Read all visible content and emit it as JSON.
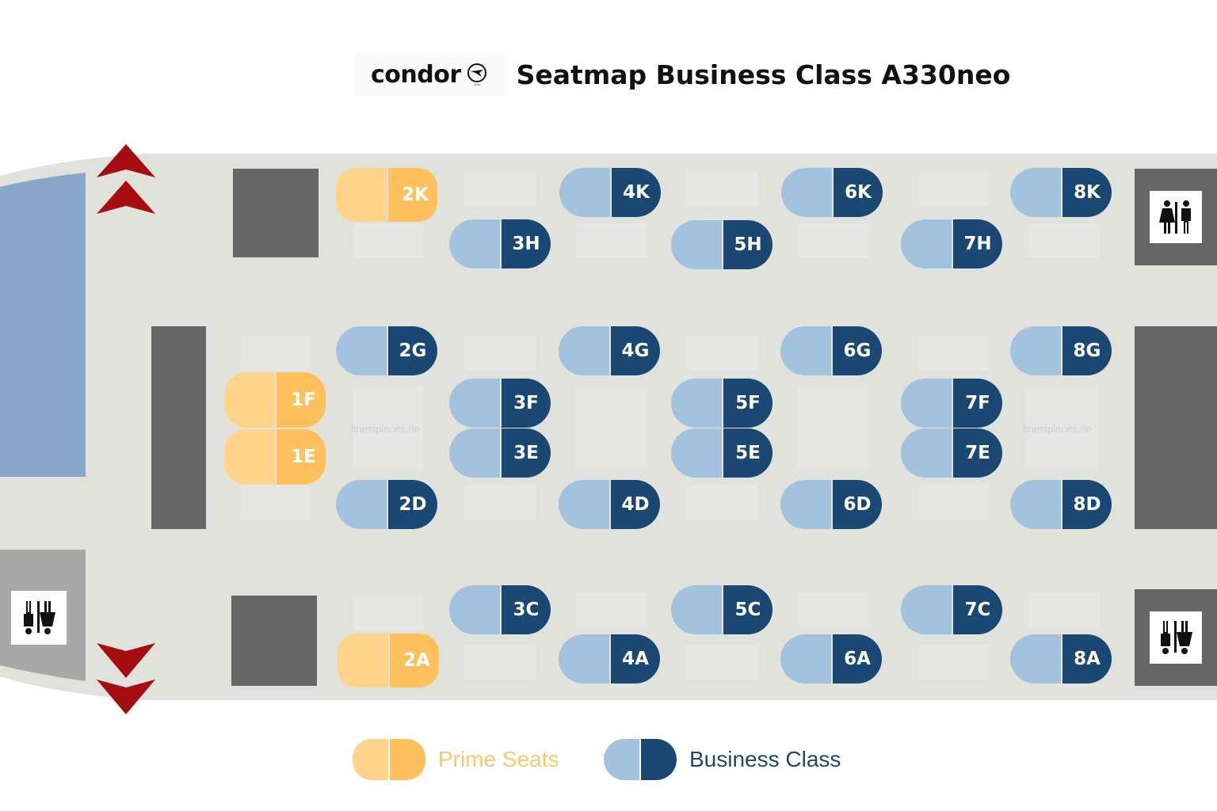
{
  "header": {
    "logo_text": "condor",
    "logo_icon": "condor-bird-icon",
    "title": "Seatmap Business Class A330neo"
  },
  "colors": {
    "prime_back": "#fed48c",
    "prime_front": "#ffc15e",
    "business_back": "#a3c2dd",
    "business_front": "#1a4872",
    "cabin_floor": "#e2e2dc",
    "monument": "#666666",
    "exit_arrow": "#a50d12",
    "door_blue": "#88a7c8"
  },
  "seats": {
    "1F": "1F",
    "1E": "1E",
    "2K": "2K",
    "2G": "2G",
    "2D": "2D",
    "2A": "2A",
    "3H": "3H",
    "3F": "3F",
    "3E": "3E",
    "3C": "3C",
    "4K": "4K",
    "4G": "4G",
    "4D": "4D",
    "4A": "4A",
    "5H": "5H",
    "5F": "5F",
    "5E": "5E",
    "5C": "5C",
    "6K": "6K",
    "6G": "6G",
    "6D": "6D",
    "6A": "6A",
    "7H": "7H",
    "7F": "7F",
    "7E": "7E",
    "7C": "7C",
    "8K": "8K",
    "8G": "8G",
    "8D": "8D",
    "8A": "8A"
  },
  "watermarks": [
    "finestplaces.de",
    "finestplaces.de"
  ],
  "legend": [
    {
      "label": "Prime Seats",
      "color": "#ffc15e"
    },
    {
      "label": "Business Class",
      "color": "#1a4872"
    }
  ]
}
